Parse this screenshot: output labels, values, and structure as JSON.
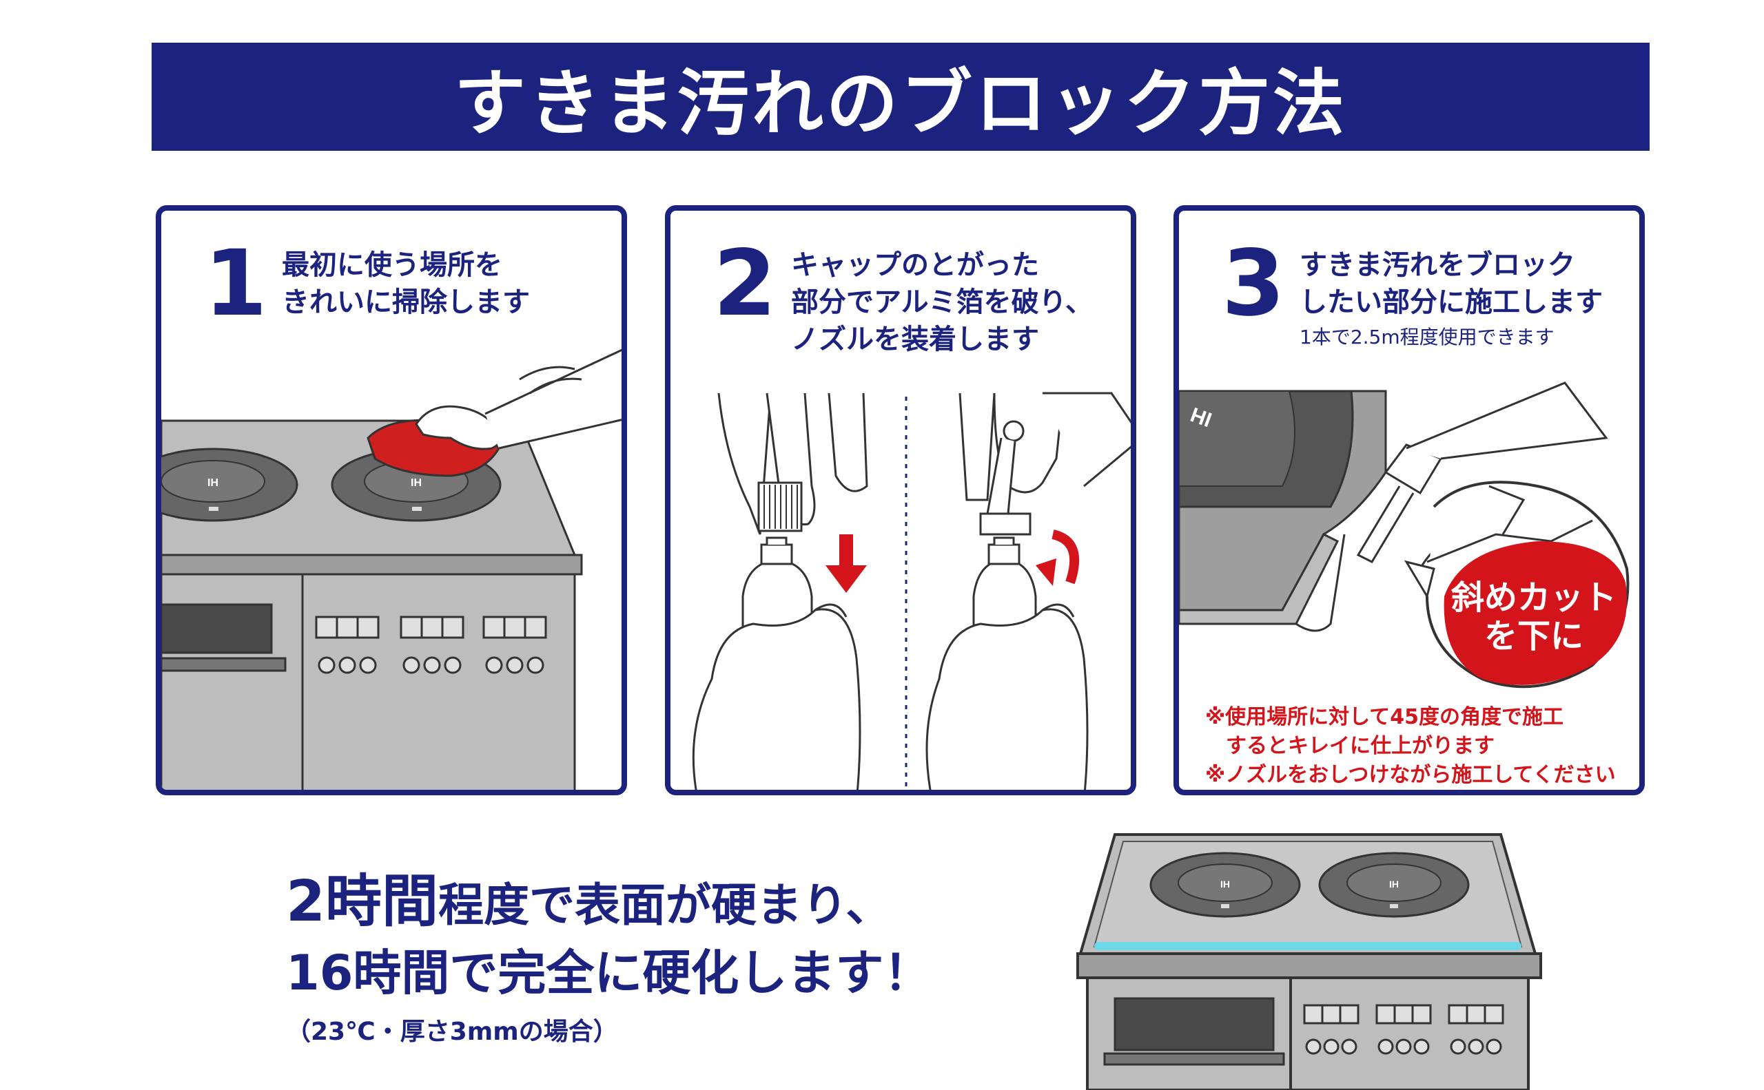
{
  "title": "すきま汚れのブロック方法",
  "steps": [
    {
      "number": "1",
      "lines": [
        "最初に使う場所を",
        "きれいに掃除します"
      ]
    },
    {
      "number": "2",
      "lines": [
        "キャップのとがった",
        "部分でアルミ箔を破り、",
        "ノズルを装着します"
      ]
    },
    {
      "number": "3",
      "lines": [
        "すきま汚れをブロック",
        "したい部分に施工します"
      ],
      "sub": "1本で2.5m程度使用できます",
      "bubble_lines": [
        "斜めカット",
        "を下に"
      ],
      "notes": [
        "※使用場所に対して45度の角度で施工",
        "　するとキレイに仕上がります",
        "※ノズルをおしつけながら施工してください"
      ]
    }
  ],
  "ih_label": "IH",
  "cure": {
    "line1_big": "2時間",
    "line1_rest": "程度で表面が硬まり、",
    "line2": "16時間で完全に硬化します！",
    "line3": "（23℃・厚さ3mmの場合）"
  },
  "colors": {
    "navy": "#1b237e",
    "red": "#d3141b",
    "cloth_red": "#d01f1f",
    "gray": "#bdbdbd",
    "sealant": "#6fd8e8"
  }
}
